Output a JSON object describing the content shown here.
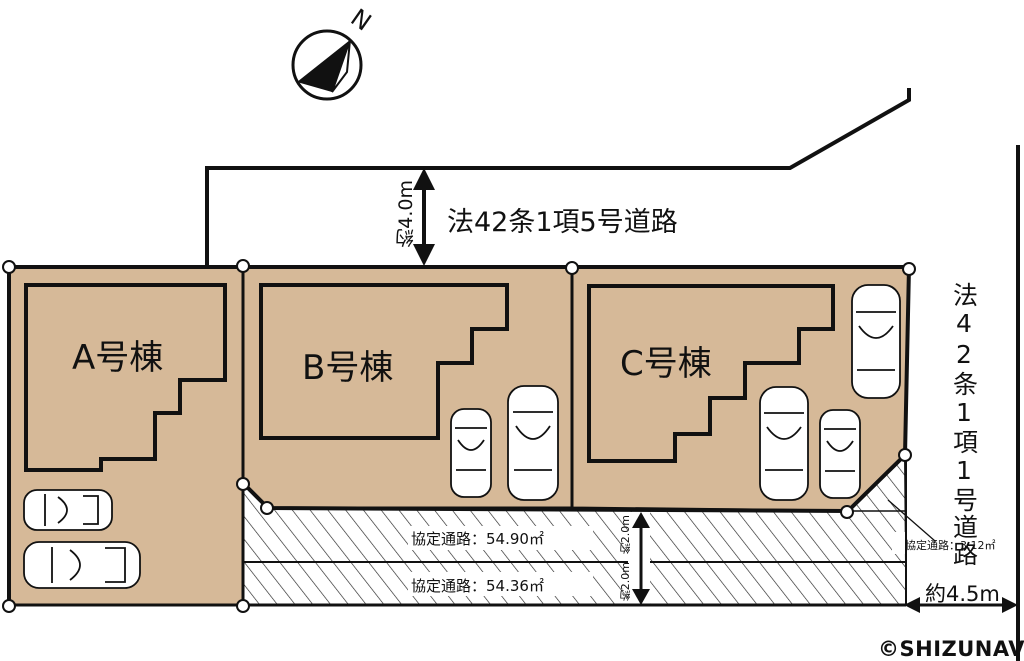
{
  "compass": {
    "north_label": "N"
  },
  "road_north": {
    "name": "法42条1項5号道路",
    "width": "約4.0m"
  },
  "road_east": {
    "name": "法42条1項1号道路",
    "width": "約4.5m"
  },
  "units": [
    {
      "label": "A号棟"
    },
    {
      "label": "B号棟"
    },
    {
      "label": "C号棟"
    }
  ],
  "passages": [
    {
      "label": "協定通路：54.90㎡"
    },
    {
      "label": "協定通路：54.36㎡"
    },
    {
      "label": "協定通路：3.12㎡"
    }
  ],
  "passage_widths": {
    "upper": "約2.0m",
    "lower": "約2.0m"
  },
  "copyright": "©SHIZUNAVI",
  "colors": {
    "lot": "#d6b998",
    "outline": "#111111",
    "background": "#ffffff"
  }
}
